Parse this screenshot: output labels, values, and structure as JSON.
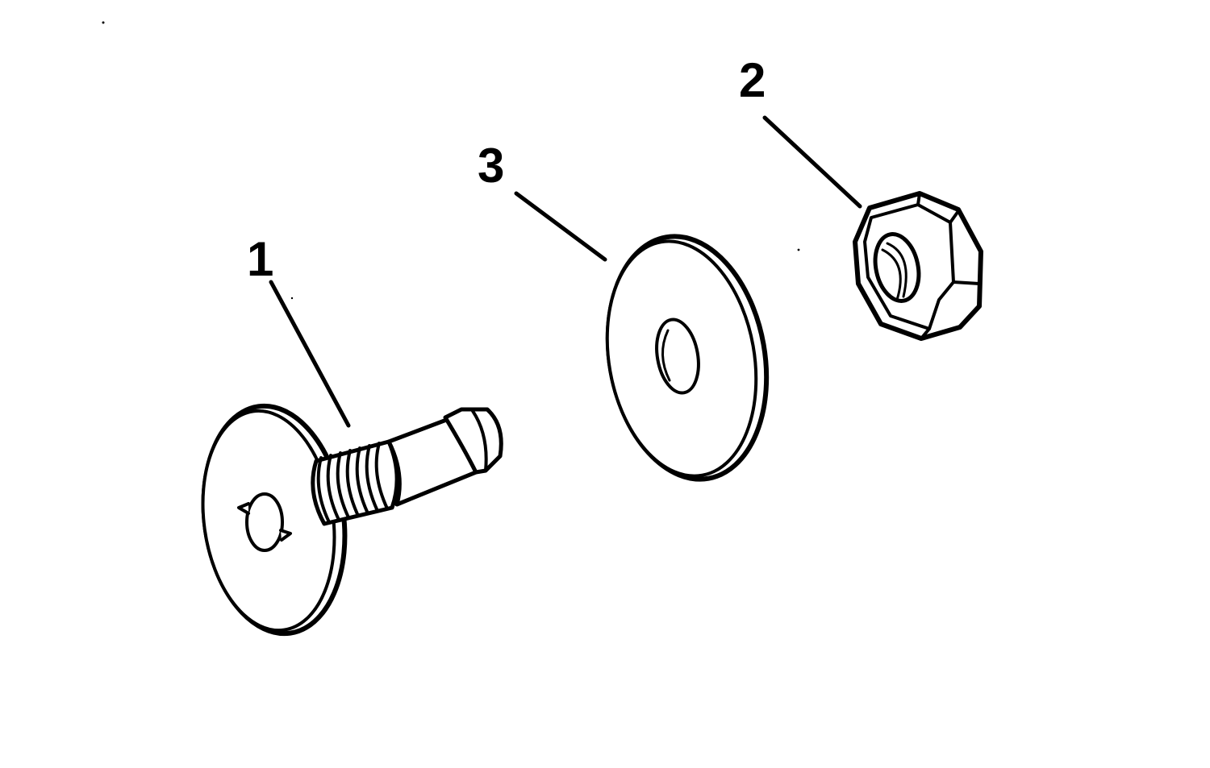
{
  "callouts": [
    {
      "label": "1",
      "part": "bolt"
    },
    {
      "label": "2",
      "part": "nut"
    },
    {
      "label": "3",
      "part": "washer"
    }
  ],
  "colors": {
    "ink": "#000000",
    "paper": "#ffffff"
  }
}
